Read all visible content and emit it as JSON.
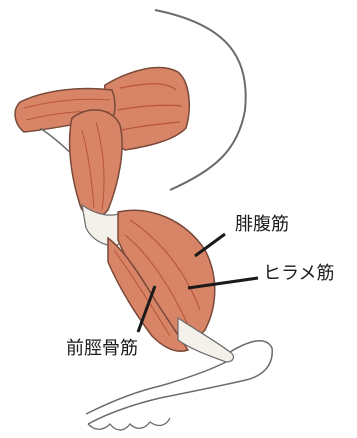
{
  "labels": {
    "gastrocnemius": "腓腹筋",
    "soleus": "ヒラメ筋",
    "tibialis_anterior": "前脛骨筋"
  },
  "colors": {
    "muscle_fill": "#d88466",
    "muscle_dark": "#b8553c",
    "outline": "#6b6b6b",
    "tendon": "#f4f0ea",
    "leader_line": "#1a1a1a",
    "label_text": "#1a1a1a"
  }
}
